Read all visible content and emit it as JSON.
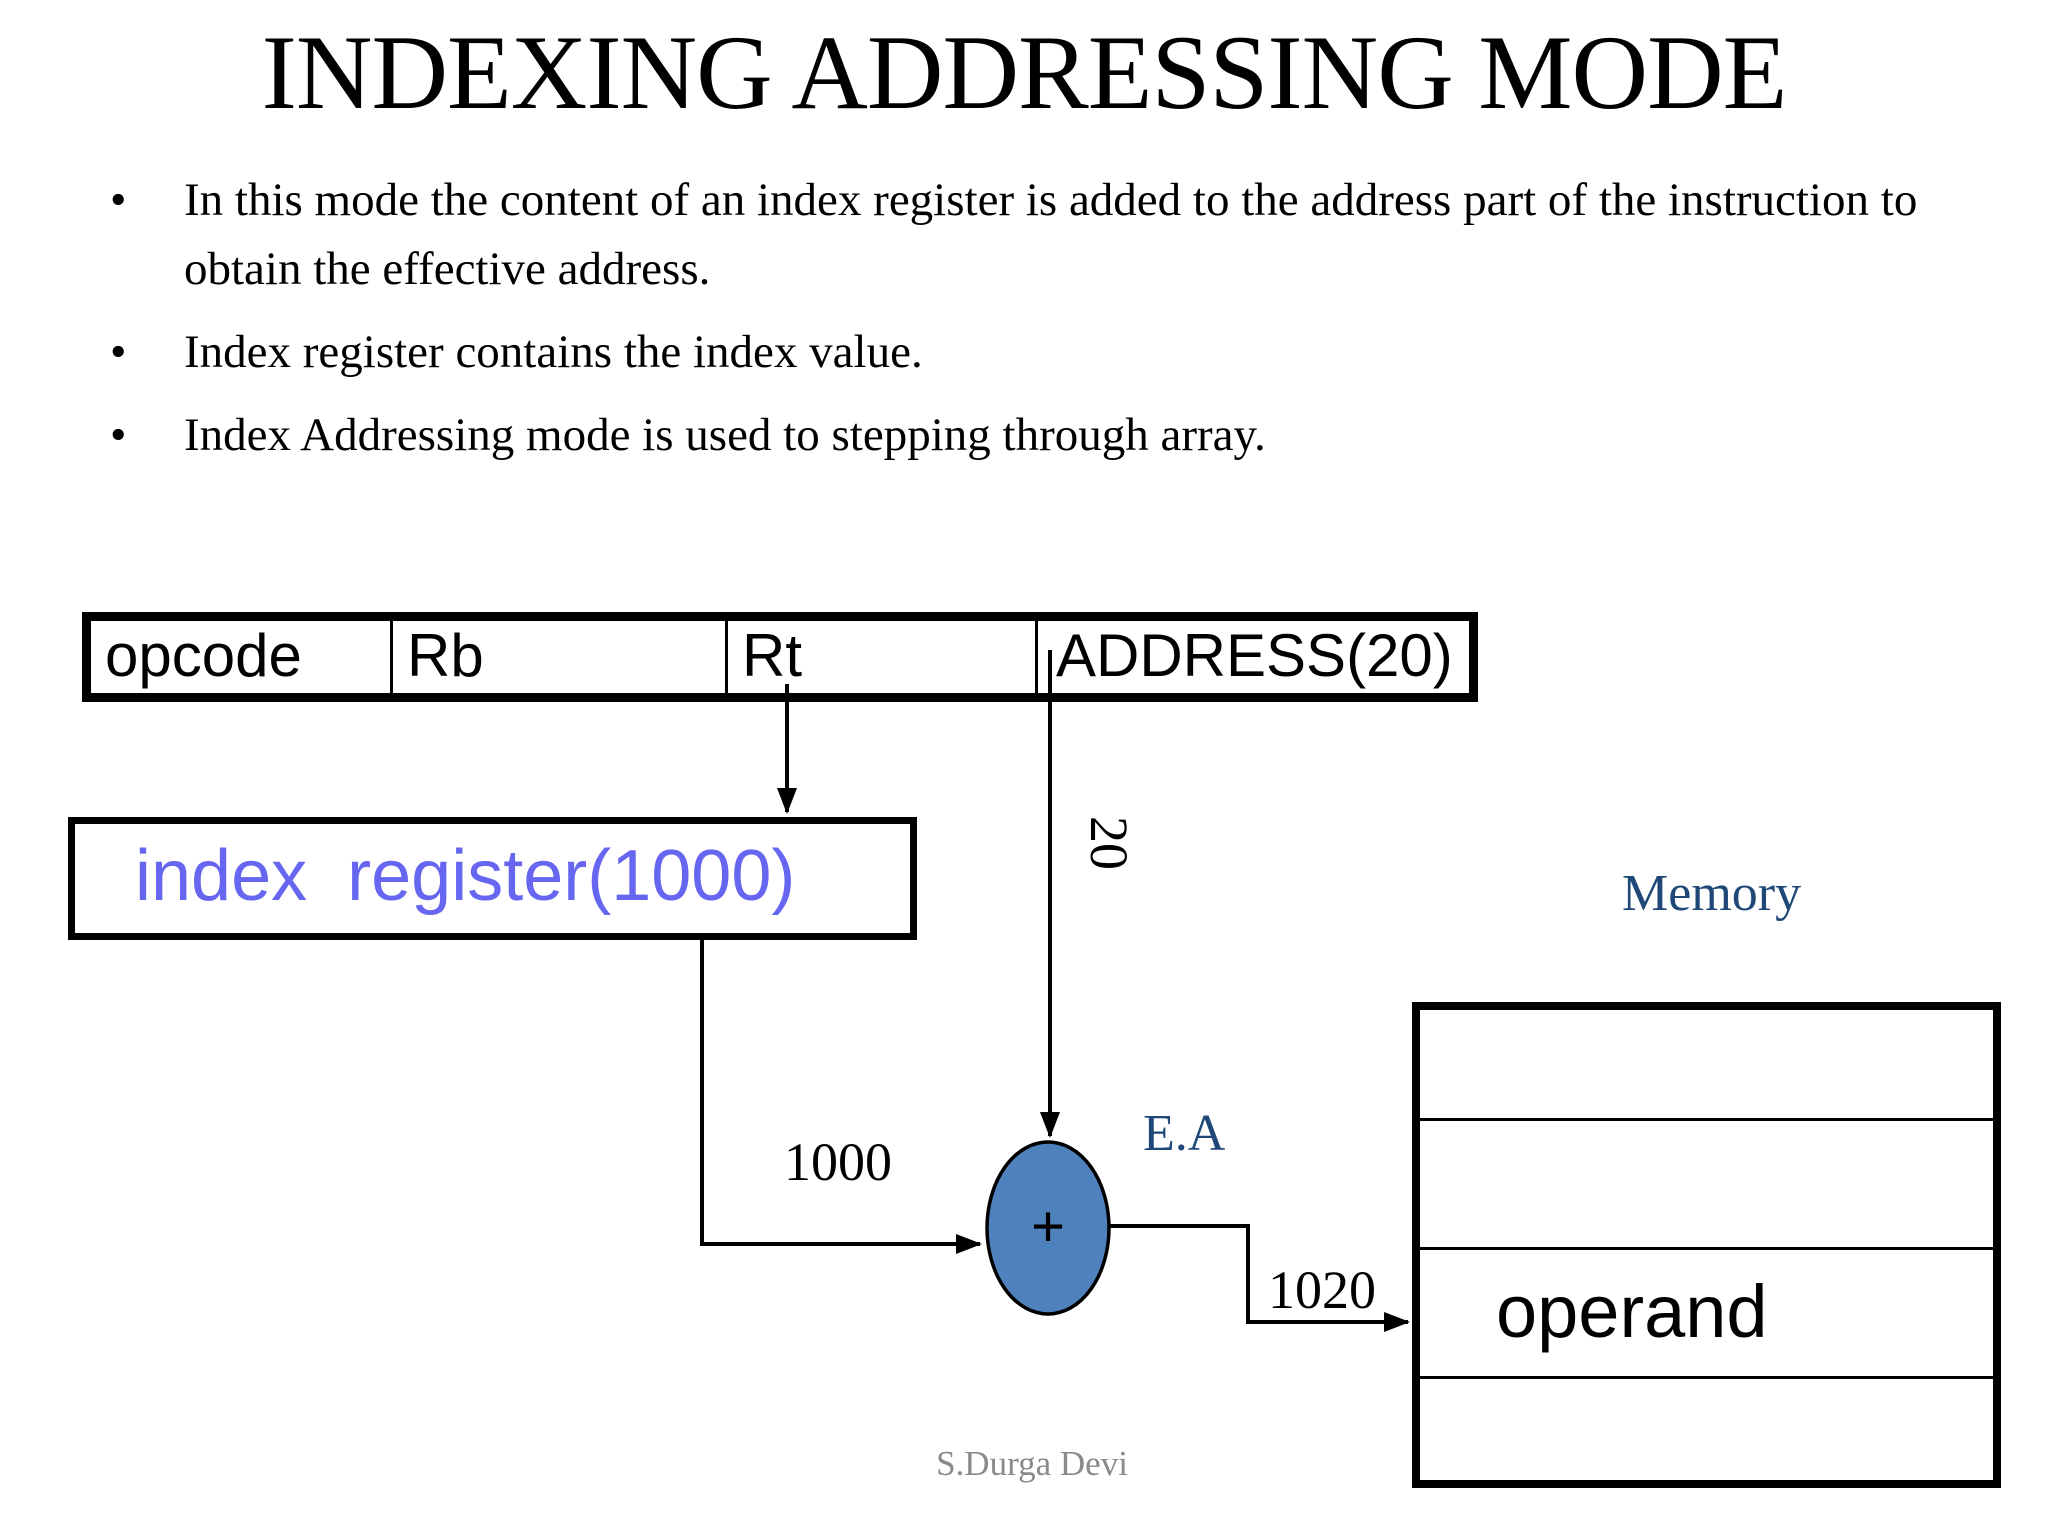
{
  "slide": {
    "title": "INDEXING ADDRESSING MODE",
    "bullets": [
      "In this mode the content of an index register is added to the address part of the instruction to obtain the effective address.",
      "Index register contains the index value.",
      "Index Addressing mode is used to stepping through array."
    ],
    "footer": "S.Durga Devi"
  },
  "instruction_format": {
    "fields": [
      {
        "label": "opcode"
      },
      {
        "label": "Rb"
      },
      {
        "label": "Rt"
      },
      {
        "label": "ADDRESS(20)"
      }
    ]
  },
  "diagram": {
    "index_register_label": "index  register(1000)",
    "adder_plus": "+",
    "labels": {
      "address_bits": "20",
      "index_value": "1000",
      "effective_address": "E.A",
      "computed_address": "1020",
      "memory_title": "Memory",
      "operand": "operand"
    },
    "colors": {
      "adder_fill": "#4f81bd",
      "accent_text": "#1f4878",
      "index_register_text": "#6666f1",
      "footer_gray": "#8a8a8a"
    }
  }
}
